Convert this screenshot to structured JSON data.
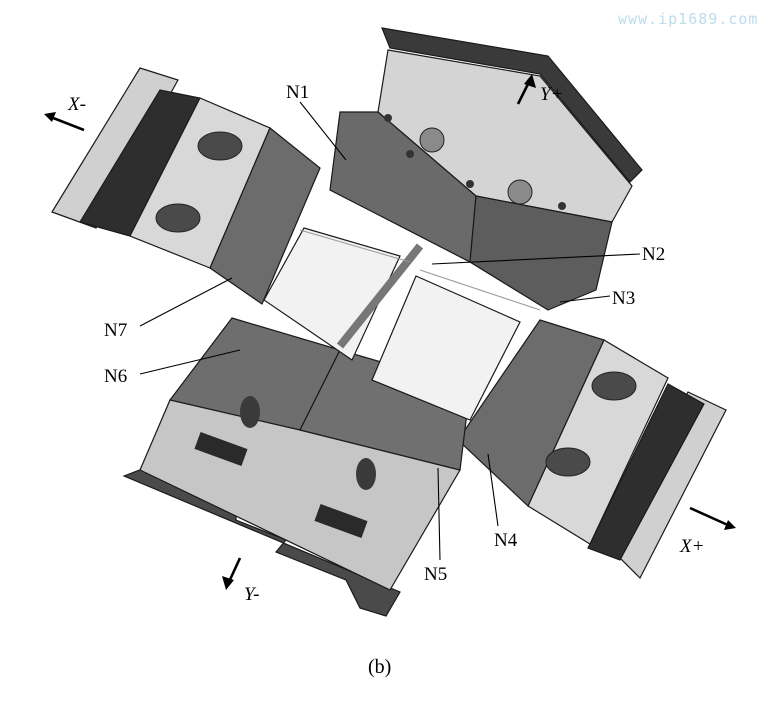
{
  "watermark": "www.ip1689.com",
  "caption": "(b)",
  "axes": {
    "x_minus": "X-",
    "x_plus": "X+",
    "y_plus": "Y+",
    "y_minus": "Y-"
  },
  "labels": {
    "n1": "N1",
    "n2": "N2",
    "n3": "N3",
    "n4": "N4",
    "n5": "N5",
    "n6": "N6",
    "n7": "N7"
  },
  "colors": {
    "dark_gray": "#6e6e6e",
    "mid_gray": "#9a9a9a",
    "light_gray": "#c8c8c8",
    "plate_light": "#d9d9d9",
    "black_edge": "#1a1a1a"
  }
}
